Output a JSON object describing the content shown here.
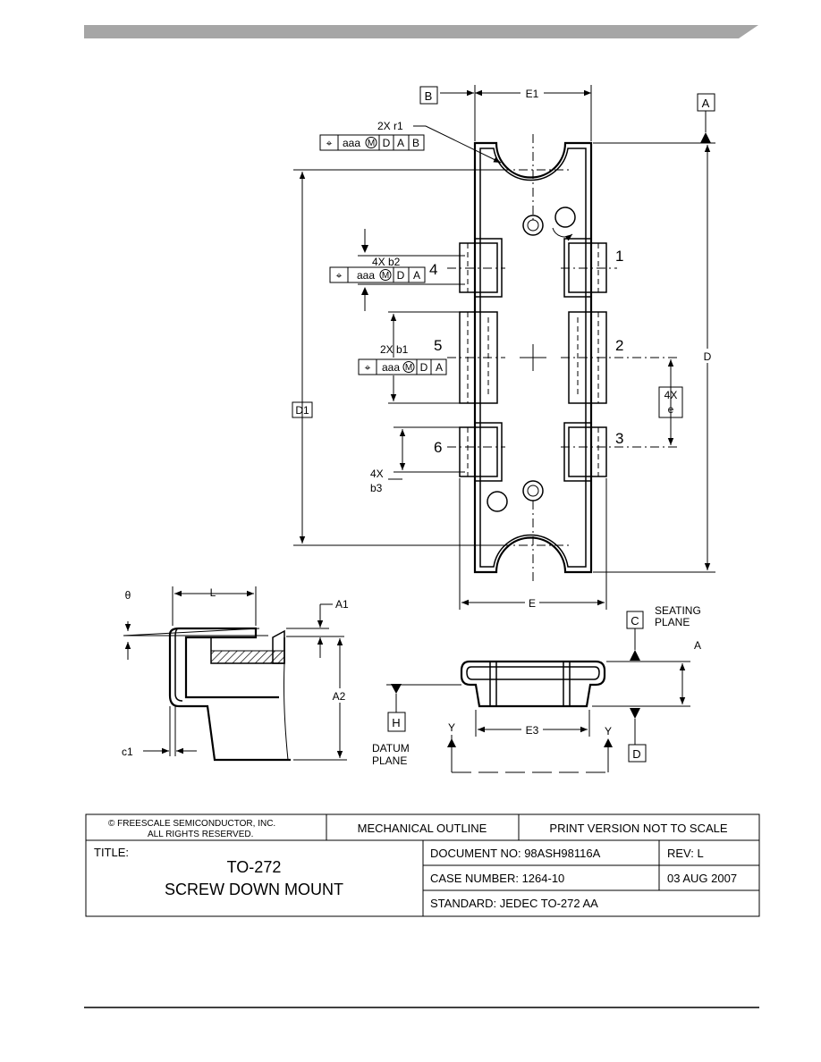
{
  "header": {
    "bar_color": "#a6a6a6"
  },
  "drawing": {
    "datums": {
      "a": "A",
      "b": "B",
      "c": "C",
      "d": "D",
      "h": "H"
    },
    "dims": {
      "e1": "E1",
      "e": "E",
      "d": "D",
      "d1": "D1",
      "e3": "E3",
      "a": "A",
      "a1": "A1",
      "a2": "A2",
      "l": "L",
      "c1": "c1",
      "theta": "θ",
      "r1": "2X r1",
      "b1": "2X b1",
      "b2": "4X b2",
      "b3_qty": "4X",
      "b3": "b3",
      "e_qty": "4X",
      "e_pitch": "e",
      "y1": "Y",
      "y2": "Y"
    },
    "fcf": {
      "top": [
        "⌖",
        "aaa",
        "M",
        "D",
        "A",
        "B"
      ],
      "b2": [
        "⌖",
        "aaa",
        "M",
        "D",
        "A"
      ],
      "b1": [
        "⌖",
        "aaa",
        "M",
        "D",
        "A"
      ]
    },
    "pins": [
      "1",
      "2",
      "3",
      "4",
      "5",
      "6"
    ],
    "notes": {
      "seating_1": "SEATING",
      "seating_2": "PLANE",
      "datum_1": "DATUM",
      "datum_2": "PLANE"
    }
  },
  "title_block": {
    "copyright_1": "© FREESCALE SEMICONDUCTOR, INC.",
    "copyright_2": "ALL RIGHTS RESERVED.",
    "mechanical": "MECHANICAL OUTLINE",
    "print_version": "PRINT VERSION NOT TO SCALE",
    "title_label": "TITLE:",
    "title_1": "TO-272",
    "title_2": "SCREW DOWN MOUNT",
    "document_no": "DOCUMENT NO: 98ASH98116A",
    "rev": "REV: L",
    "case_number": "CASE NUMBER: 1264-10",
    "date": "03 AUG 2007",
    "standard": "STANDARD: JEDEC TO-272 AA"
  }
}
